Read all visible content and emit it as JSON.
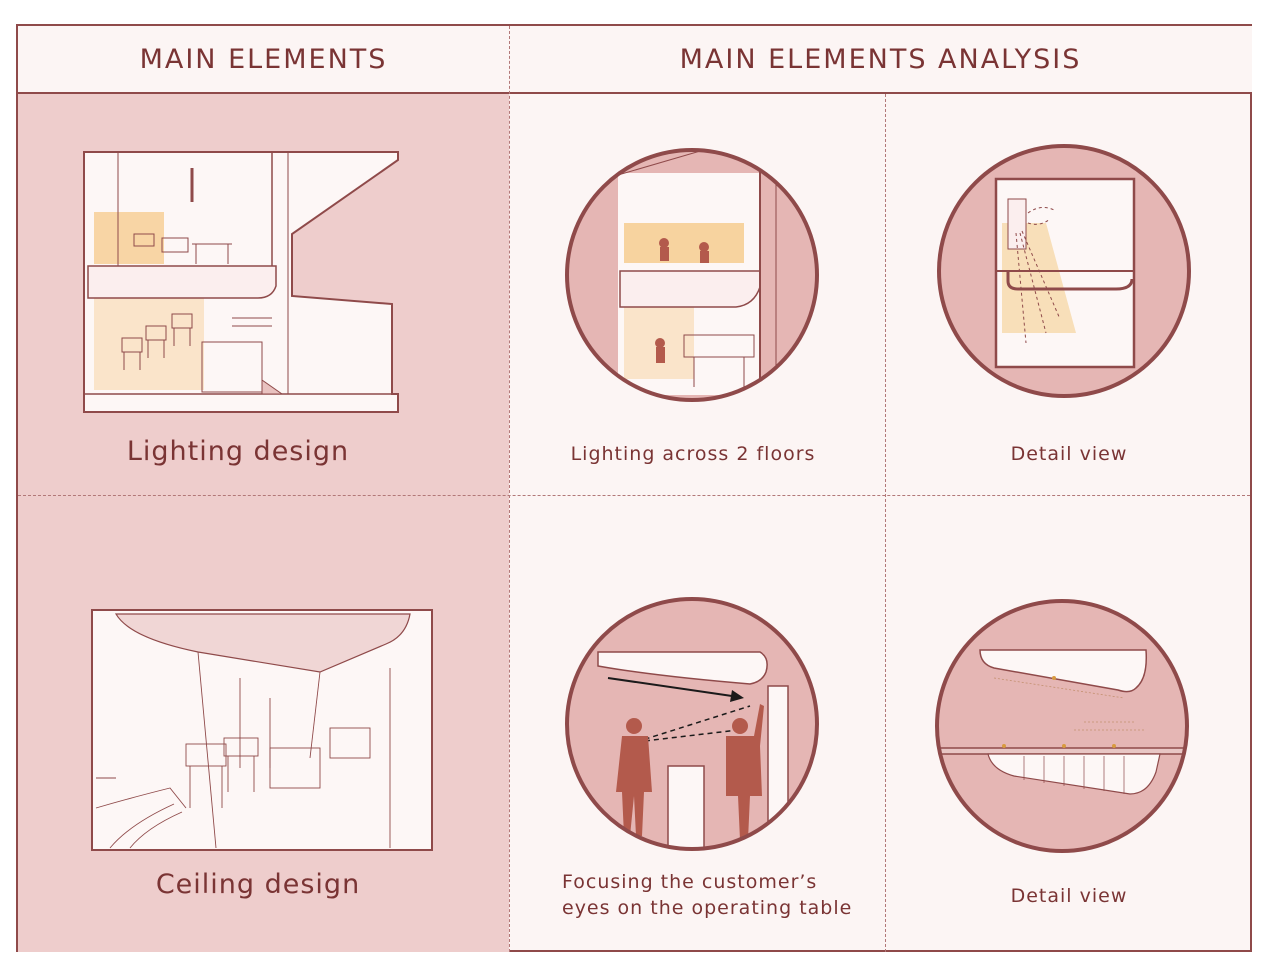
{
  "headers": {
    "main_elements": "MAIN ELEMENTS",
    "main_elements_analysis": "MAIN ELEMENTS ANALYSIS"
  },
  "row1": {
    "main_caption": "Lighting design",
    "analysis_caption": "Lighting across 2 floors",
    "detail_caption": "Detail view"
  },
  "row2": {
    "main_caption": "Ceiling design",
    "analysis_caption_line1": "Focusing the customer’s",
    "analysis_caption_line2": "eyes on the operating table",
    "detail_caption": "Detail view"
  },
  "colors": {
    "accent": "#8f4a4a",
    "panel": "#eecdcc",
    "background": "#fcf5f4",
    "light_glow": "#f5c98a",
    "figure": "#b35a4c"
  }
}
